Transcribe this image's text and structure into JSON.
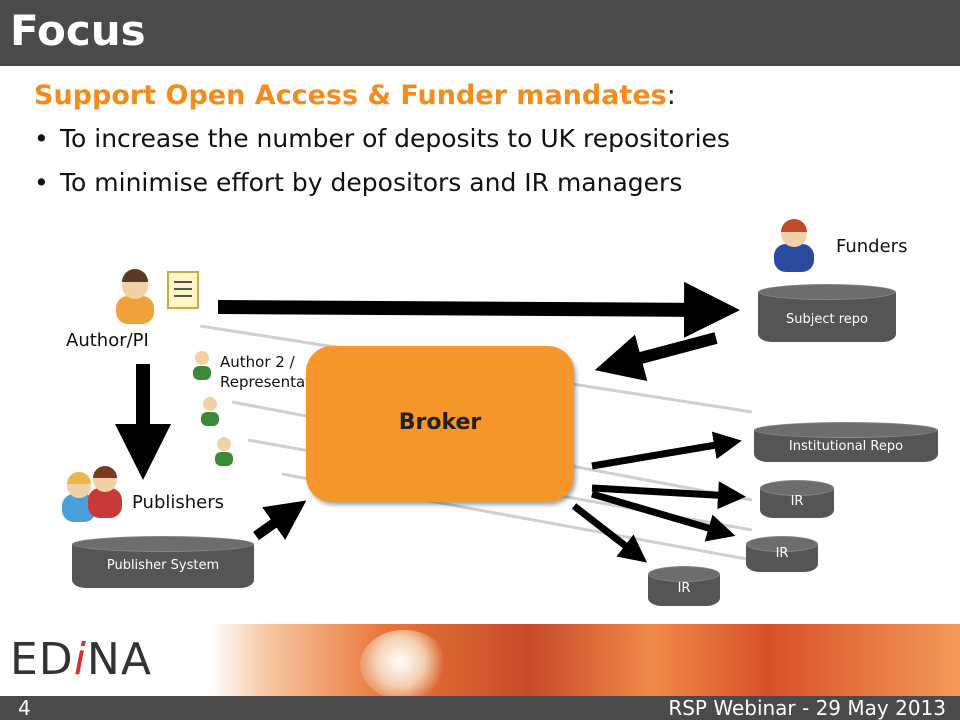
{
  "title": "Focus",
  "subtitle": {
    "highlight": "Support Open Access & Funder mandates",
    "suffix": ":"
  },
  "bullets": [
    "To increase the number of deposits to UK repositories",
    "To minimise effort by depositors and IR managers"
  ],
  "diagram": {
    "author_label": "Author/PI",
    "author2_label_line1": "Author 2 /",
    "author2_label_line2": "Representative",
    "publishers_label": "Publishers",
    "funders_label": "Funders",
    "broker_label": "Broker",
    "repos": {
      "subject": "Subject repo",
      "institutional": "Institutional Repo",
      "ir1": "IR",
      "ir2": "IR",
      "ir3": "IR",
      "publisher_system": "Publisher System"
    }
  },
  "footer": {
    "logo_prefix": "ED",
    "logo_i": "i",
    "logo_suffix": "NA",
    "page_number": "4",
    "event": "RSP Webinar - 29 May 2013"
  },
  "colors": {
    "accent": "#f28c1e",
    "broker": "#f7962a",
    "bar": "#4a4a4a",
    "repo": "#555555"
  }
}
